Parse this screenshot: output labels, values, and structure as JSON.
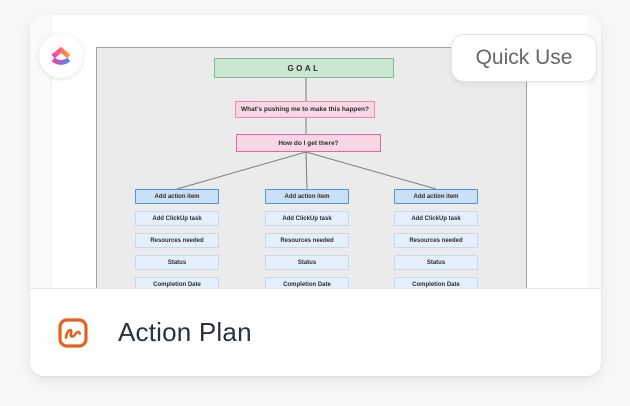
{
  "card": {
    "quick_use_label": "Quick Use",
    "title": "Action Plan"
  },
  "flowchart": {
    "goal": "GOAL",
    "question1": "What's pushing me to make this happen?",
    "question2": "How do I get there?",
    "columns": [
      {
        "header": "Add action item",
        "items": [
          "Add ClickUp task",
          "Resources needed",
          "Status",
          "Completion Date"
        ]
      },
      {
        "header": "Add action item",
        "items": [
          "Add ClickUp task",
          "Resources needed",
          "Status",
          "Completion Date"
        ]
      },
      {
        "header": "Add action item",
        "items": [
          "Add ClickUp task",
          "Resources needed",
          "Status",
          "Completion Date"
        ]
      }
    ]
  },
  "icons": {
    "logo": "clickup-logo",
    "template": "scribble-whiteboard-icon"
  },
  "colors": {
    "goal_fill": "#cbe7d3",
    "goal_border": "#86bb95",
    "question_fill": "#f8d7e4",
    "question_border": "#ec88b1",
    "question_selected_border": "#e0699f",
    "column_header_fill": "#c9e0f7",
    "column_header_border": "#4e96d9",
    "column_item_fill": "#e4effb",
    "column_item_border": "#c3d9ef",
    "canvas_bg": "#ebebeb",
    "connector": "#7d7d7d",
    "accent_orange": "#e8611c",
    "title_color": "#2b323b",
    "quick_use_text": "#666666"
  }
}
